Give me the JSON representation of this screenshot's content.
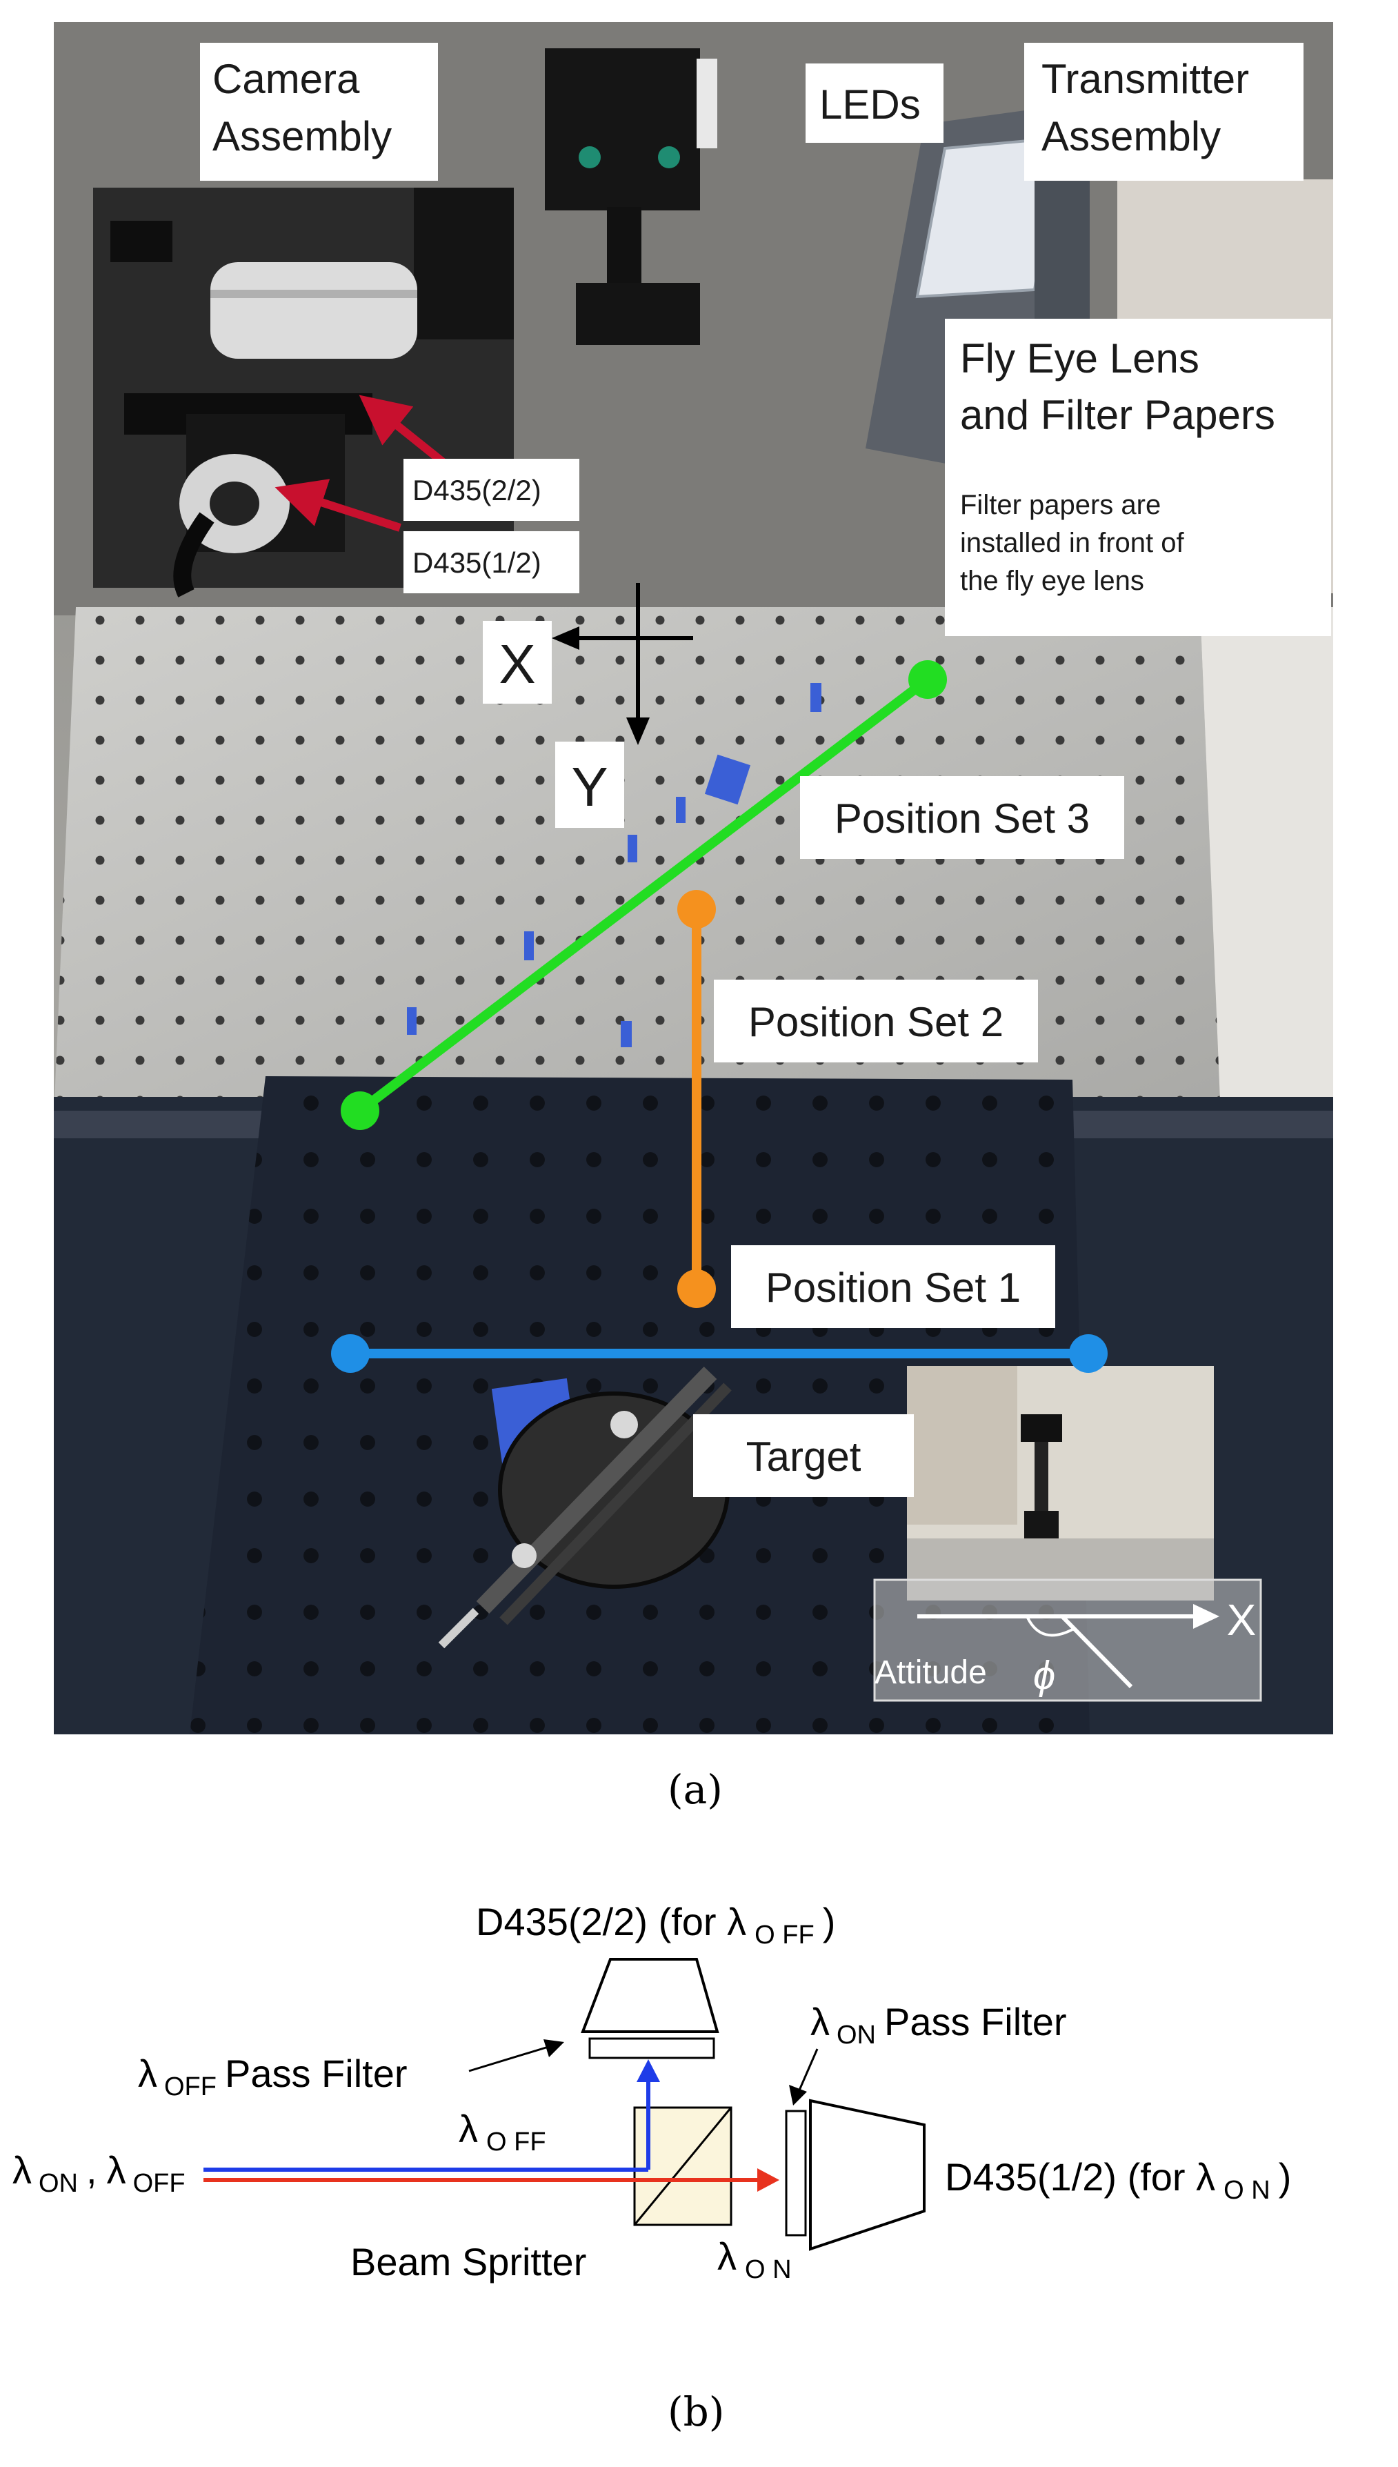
{
  "photo": {
    "labels": {
      "camera_assembly": [
        "Camera",
        "Assembly"
      ],
      "leds": "LEDs",
      "transmitter_assembly": [
        "Transmitter",
        "Assembly"
      ],
      "fly_eye_lens": [
        "Fly Eye Lens",
        "and Filter Papers"
      ],
      "filter_note": [
        "Filter papers are",
        "installed in front of",
        "the fly eye lens"
      ],
      "d435_2": "D435(2/2)",
      "d435_1": "D435(1/2)",
      "axis_x": "X",
      "axis_y": "Y",
      "position_set_3": "Position Set 3",
      "position_set_2": "Position Set 2",
      "position_set_1": "Position Set 1",
      "target": "Target",
      "attitude": "Attitude",
      "phi": "ϕ",
      "inset_x": "X"
    },
    "colors": {
      "position_set_3": "#22dd22",
      "position_set_2": "#f5911e",
      "position_set_1": "#1f8fe6",
      "arrow": "#c8102e"
    }
  },
  "caption_a": "(a)",
  "schematic": {
    "cam2_label": "D435(2/2) (for λ",
    "cam2_sub": "O FF",
    "cam2_close": ")",
    "off_filter_lambda": "λ",
    "off_filter_sub": "OFF",
    "off_filter_text": "Pass Filter",
    "on_filter_lambda": "λ",
    "on_filter_sub": "ON",
    "on_filter_text": "Pass Filter",
    "input_lambda_on": "λ",
    "input_sub_on": "ON",
    "input_comma": ",",
    "input_lambda_off": "λ",
    "input_sub_off": "OFF",
    "off_beam_lambda": "λ",
    "off_beam_sub": "O FF",
    "on_beam_lambda": "λ",
    "on_beam_sub": "O N",
    "cam1_label": "D435(1/2) (for λ",
    "cam1_sub": "O N",
    "cam1_close": ")",
    "splitter_label": "Beam Spritter",
    "colors": {
      "on_beam": "#e8321e",
      "off_beam": "#1e3ce8",
      "splitter_fill": "#fbf5dc"
    }
  },
  "caption_b": "(b)"
}
